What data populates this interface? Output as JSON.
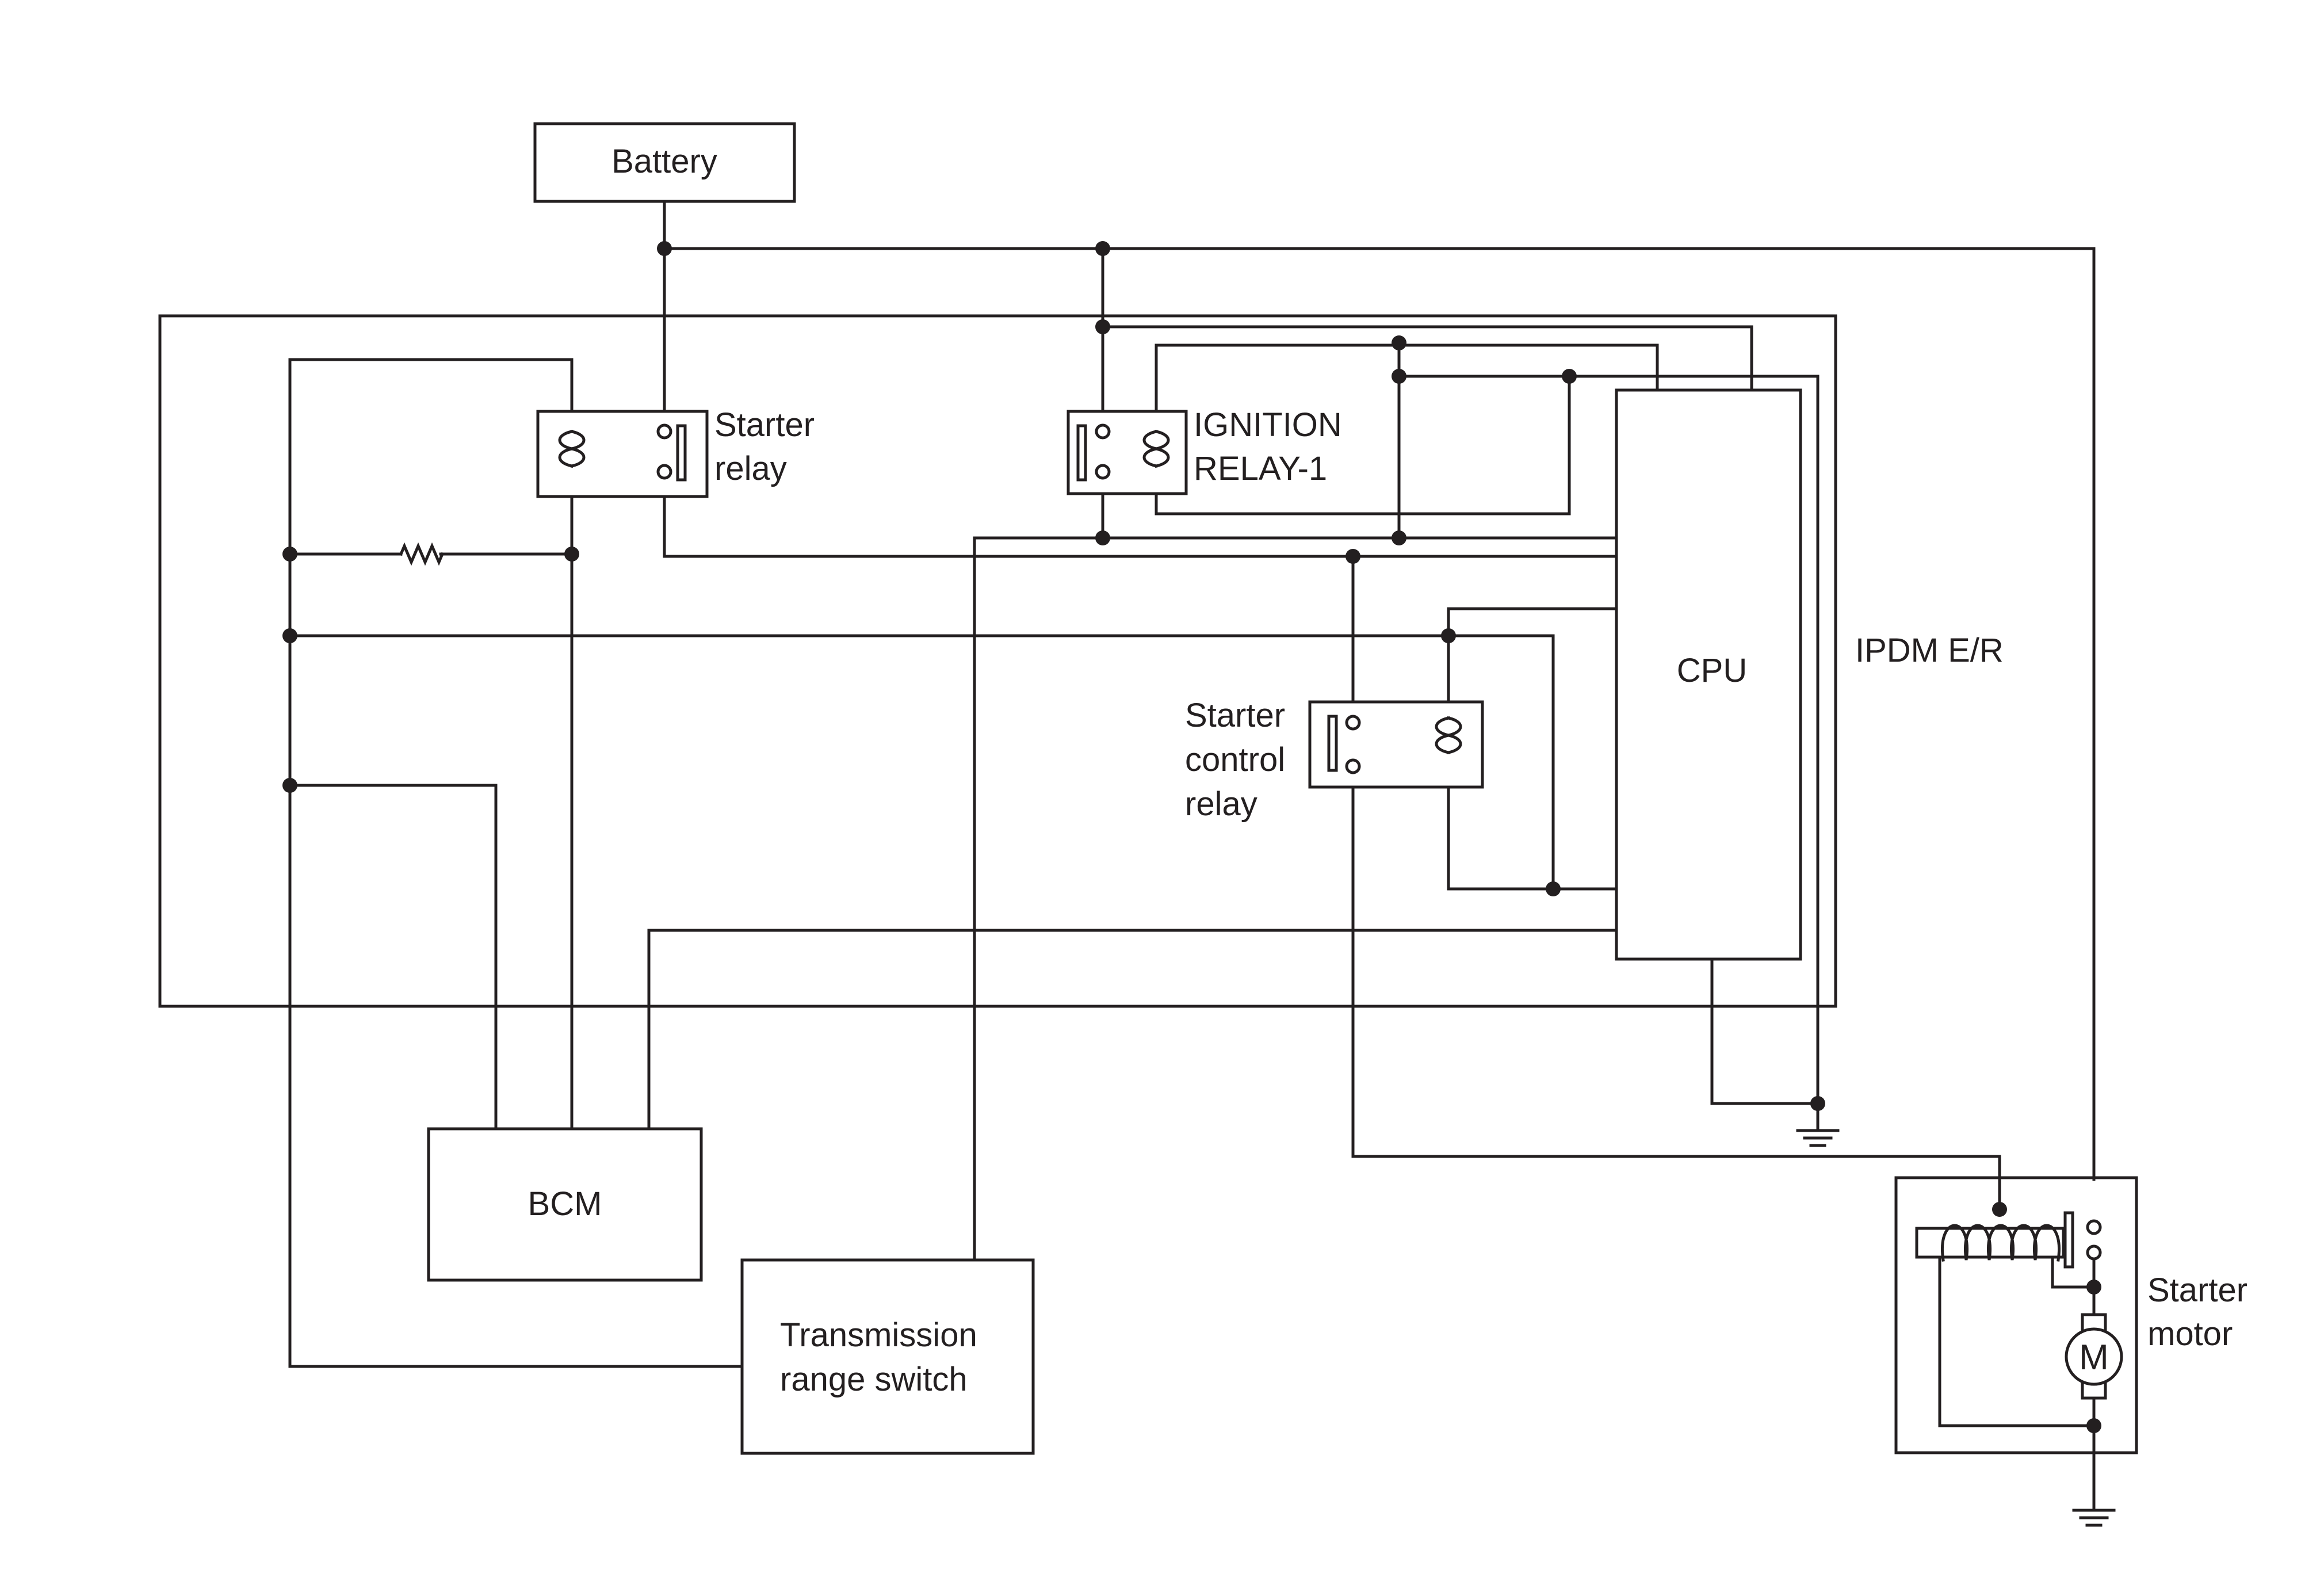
{
  "labels": {
    "battery": "Battery",
    "starter_relay_1": "Starter",
    "starter_relay_2": "relay",
    "ignition_relay_1": "IGNITION",
    "ignition_relay_2": "RELAY-1",
    "starter_control_1": "Starter",
    "starter_control_2": "control",
    "starter_control_3": "relay",
    "cpu": "CPU",
    "ipdm": "IPDM E/R",
    "bcm": "BCM",
    "trs_1": "Transmission",
    "trs_2": "range switch",
    "starter_motor_1": "Starter",
    "starter_motor_2": "motor",
    "motor_symbol": "M"
  },
  "colors": {
    "line": "#231f20",
    "background": "#ffffff"
  }
}
